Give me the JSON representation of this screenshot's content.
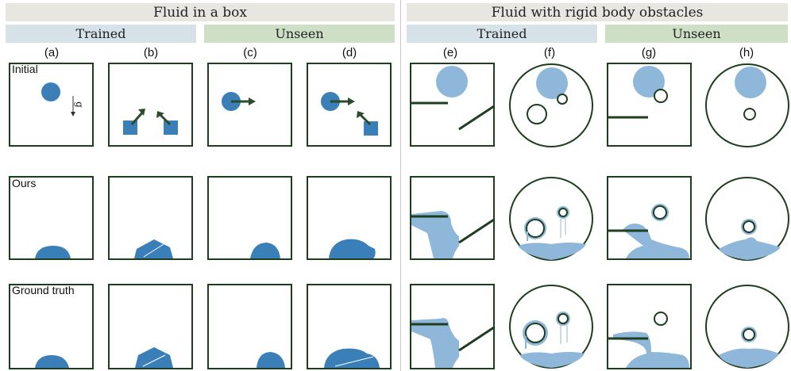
{
  "headers": {
    "left": "Fluid in a box",
    "right": "Fluid with rigid body obstacles"
  },
  "subheaders": {
    "left_trained": "Trained",
    "left_unseen": "Unseen",
    "right_trained": "Trained",
    "right_unseen": "Unseen"
  },
  "columns": [
    "(a)",
    "(b)",
    "(c)",
    "(d)",
    "(e)",
    "(f)",
    "(g)",
    "(h)"
  ],
  "rows": [
    "Initial",
    "Ours",
    "Ground truth"
  ],
  "gravity_label": "g",
  "colors": {
    "fluid": "#3a7fb8",
    "fluid_light": "#8fb7d9",
    "frame": "#1f3d1f",
    "arrow": "#2c4a2c",
    "header_gray": "#e8e6e1",
    "header_blue": "#d6e2e8",
    "header_green": "#cfdfc6"
  }
}
